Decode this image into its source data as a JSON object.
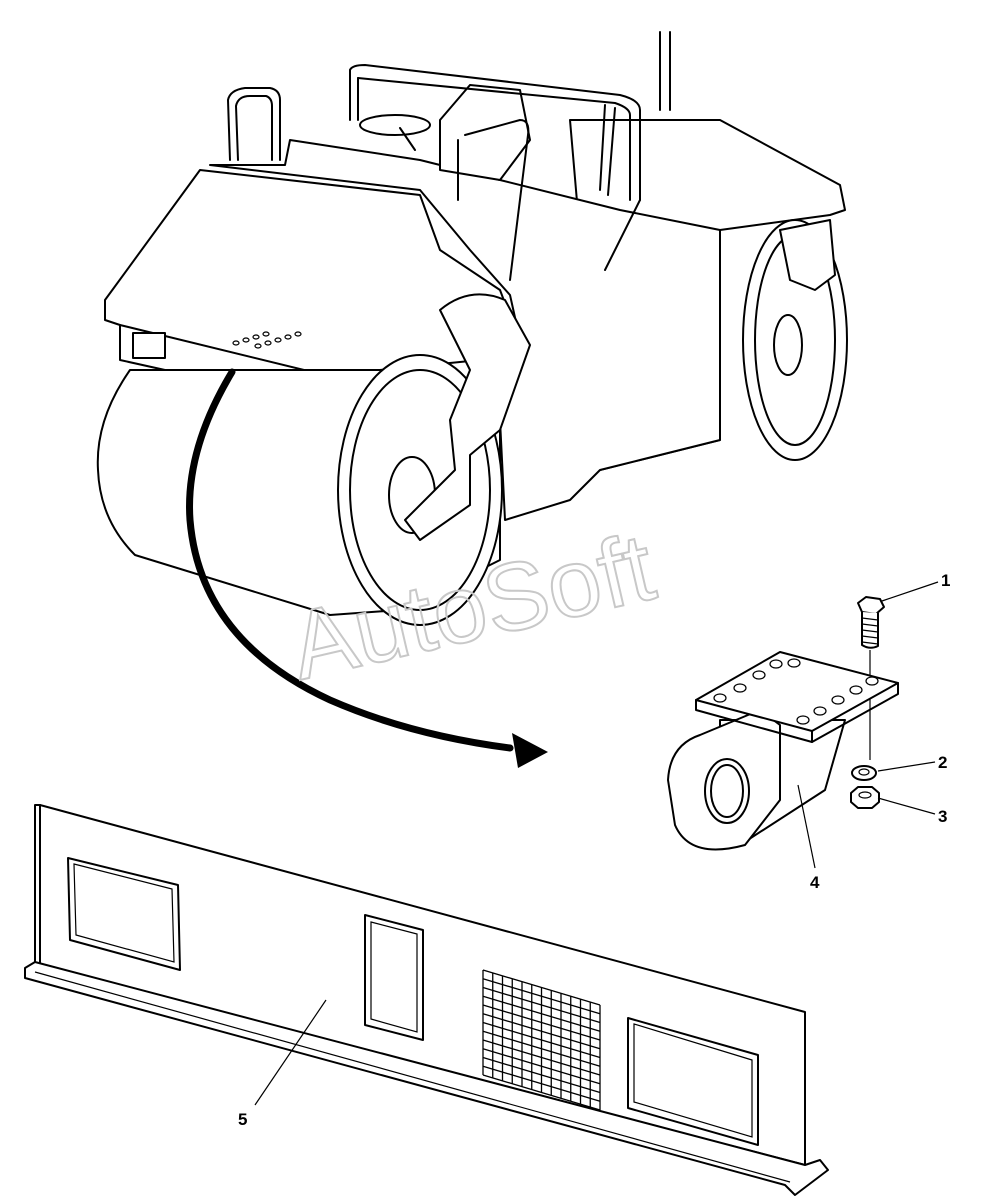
{
  "watermark": "AutoSoft",
  "callouts": [
    {
      "id": "1",
      "text": "1"
    },
    {
      "id": "2",
      "text": "2"
    },
    {
      "id": "3",
      "text": "3"
    },
    {
      "id": "4",
      "text": "4"
    },
    {
      "id": "5",
      "text": "5"
    }
  ],
  "colors": {
    "line": "#000000",
    "background": "#ffffff",
    "watermark": "#c8c8c8"
  }
}
